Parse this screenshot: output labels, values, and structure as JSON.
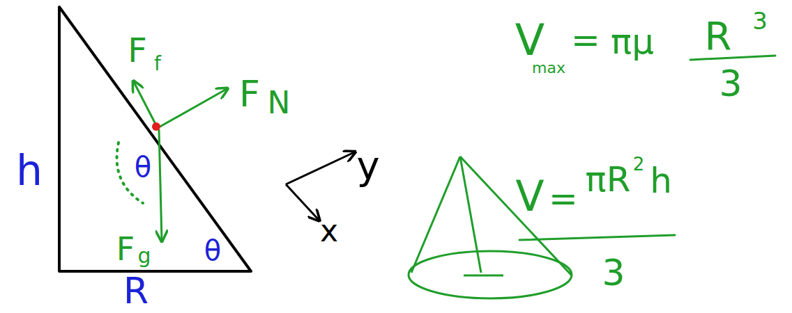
{
  "diagram": {
    "labels": [
      "h",
      "R",
      "θ",
      "θ",
      "F",
      "f",
      "F",
      "N",
      "F",
      "g",
      "y",
      "x",
      "V",
      "max",
      "=",
      "πμ",
      "R",
      "3",
      "3",
      "V",
      "=",
      "πR",
      "2",
      "h",
      "3"
    ]
  }
}
